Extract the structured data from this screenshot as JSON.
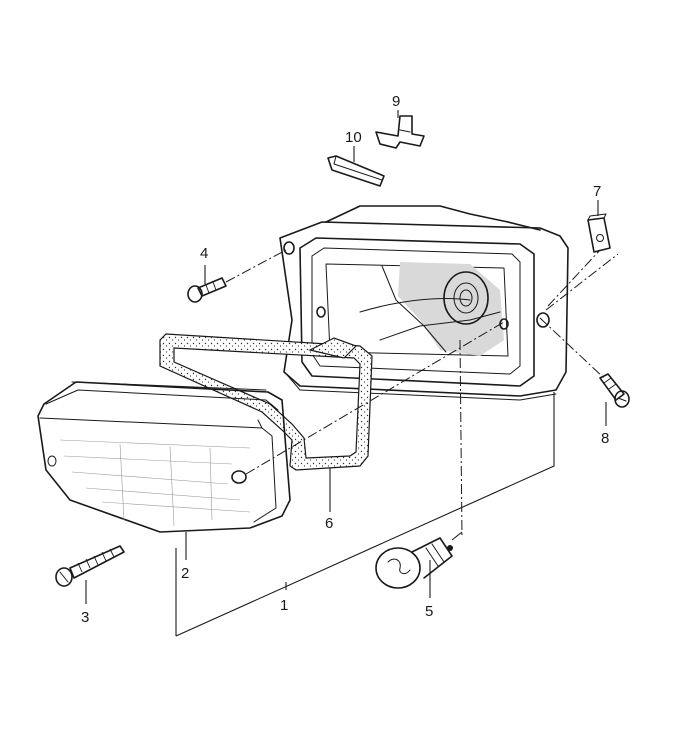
{
  "callouts": [
    {
      "id": "1",
      "label": "1"
    },
    {
      "id": "2",
      "label": "2"
    },
    {
      "id": "3",
      "label": "3"
    },
    {
      "id": "4",
      "label": "4"
    },
    {
      "id": "5",
      "label": "5"
    },
    {
      "id": "6",
      "label": "6"
    },
    {
      "id": "7",
      "label": "7"
    },
    {
      "id": "8",
      "label": "8"
    },
    {
      "id": "9",
      "label": "9"
    },
    {
      "id": "10",
      "label": "10"
    }
  ],
  "icons": {
    "housing": "lamp-housing-icon",
    "lens": "lamp-lens-icon",
    "gasket": "gasket-icon",
    "bulb": "bulb-icon",
    "screw": "screw-icon",
    "clip": "clip-icon",
    "nut": "nut-icon",
    "pad": "pad-icon"
  }
}
